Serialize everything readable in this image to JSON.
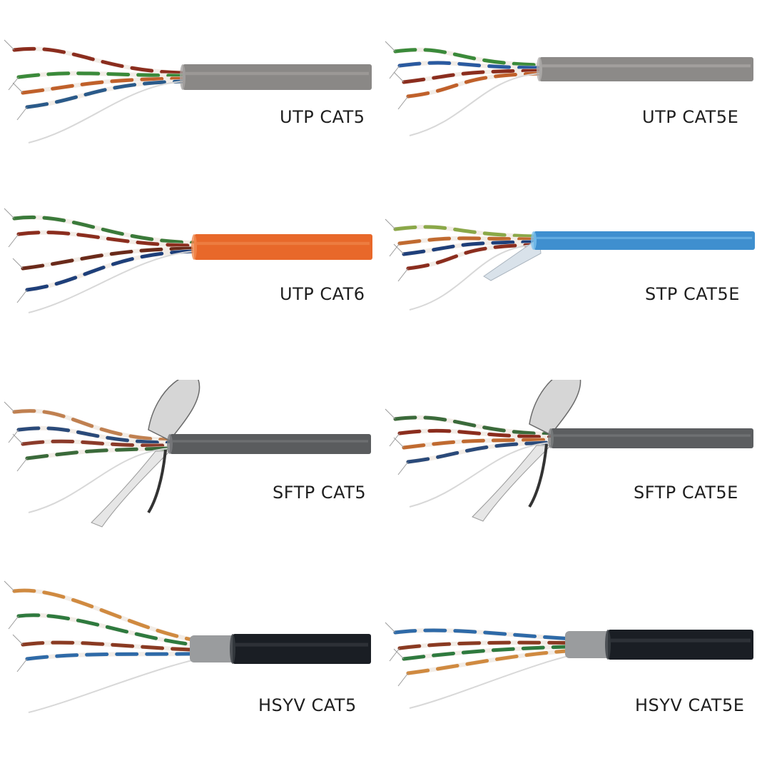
{
  "panels": [
    {
      "id": "utp-cat5",
      "label": "UTP CAT5",
      "jacket_color": "#8a8886",
      "jacket_highlight": "#a6a4a2",
      "col": 0,
      "row": 0,
      "shield": "none",
      "wires": [
        "#8b2d1e",
        "#3a8a3a",
        "#c0602a",
        "#2a5a8a"
      ]
    },
    {
      "id": "utp-cat5e",
      "label": "UTP CAT5E",
      "jacket_color": "#8c8a88",
      "jacket_highlight": "#b0aeac",
      "col": 1,
      "row": 0,
      "shield": "none",
      "wires": [
        "#3a8a3a",
        "#2a5aa0",
        "#8b2d1e",
        "#c0602a"
      ]
    },
    {
      "id": "utp-cat6",
      "label": "UTP CAT6",
      "jacket_color": "#e8682a",
      "jacket_highlight": "#f08a50",
      "col": 0,
      "row": 1,
      "shield": "none",
      "wires": [
        "#3a7a3a",
        "#8b2d1e",
        "#6a2a1a",
        "#1e3f7a"
      ]
    },
    {
      "id": "stp-cat5e",
      "label": "STP CAT5E",
      "jacket_color": "#3f8fcf",
      "jacket_highlight": "#7cc0ec",
      "col": 1,
      "row": 1,
      "shield": "foil",
      "wires": [
        "#8aa848",
        "#c06a30",
        "#1e3f7a",
        "#8b2d1e"
      ]
    },
    {
      "id": "sftp-cat5",
      "label": "SFTP CAT5",
      "jacket_color": "#5a5c5e",
      "jacket_highlight": "#7a7c7e",
      "col": 0,
      "row": 2,
      "shield": "foil-braid",
      "wires": [
        "#c08050",
        "#2a4a7a",
        "#8b3a2a",
        "#3a6a3a"
      ]
    },
    {
      "id": "sftp-cat5e",
      "label": "SFTP CAT5E",
      "jacket_color": "#5c5e60",
      "jacket_highlight": "#7c7e80",
      "col": 1,
      "row": 2,
      "shield": "foil-braid",
      "wires": [
        "#3a6a3a",
        "#8b2d1e",
        "#c06a30",
        "#2a4a7a"
      ]
    },
    {
      "id": "hsyv-cat5",
      "label": "HSYV CAT5",
      "jacket_color": "#1a1e24",
      "jacket_highlight": "#3a3e44",
      "col": 0,
      "row": 3,
      "shield": "inner-gray",
      "wires": [
        "#d08a40",
        "#2e7a3e",
        "#8a3a22",
        "#2e6aa8"
      ]
    },
    {
      "id": "hsyv-cat5e",
      "label": "HSYV CAT5E",
      "jacket_color": "#1a1e24",
      "jacket_highlight": "#3a3e44",
      "col": 1,
      "row": 3,
      "shield": "inner-gray",
      "wires": [
        "#2e6aa8",
        "#8a3a22",
        "#2e7a3e",
        "#d08a40"
      ]
    }
  ]
}
